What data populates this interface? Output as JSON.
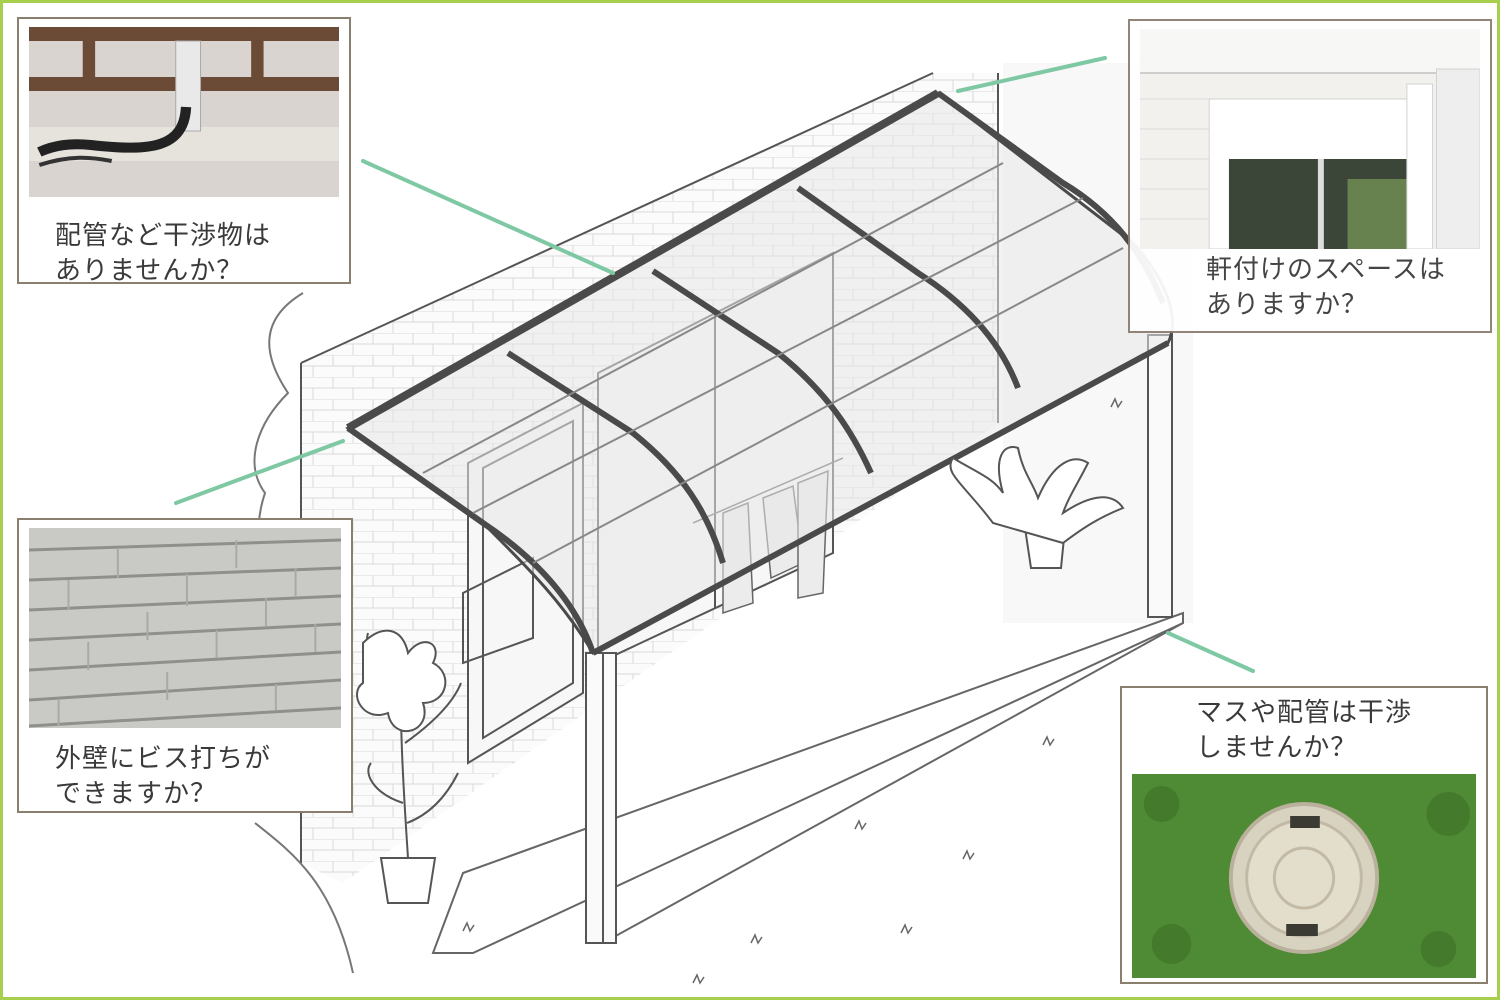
{
  "colors": {
    "frame_border": "#a6cf4e",
    "leader_line": "#7fc8a4",
    "callout_border": "#8a7e6e",
    "caption_text": "#3a3a3a"
  },
  "callouts": {
    "piping": {
      "caption": "配管など干渉物は\nありませんか？"
    },
    "eaves": {
      "caption": "軒付けのスペースは\nありますか？"
    },
    "wall": {
      "caption": "外壁にビス打ちが\nできますか？"
    },
    "basin": {
      "caption": "マスや配管は干渉\nしませんか？"
    }
  },
  "icons": [
    "potted-plant-icon",
    "leafy-plant-icon",
    "manhole-icon",
    "grass-tuft-icon"
  ]
}
